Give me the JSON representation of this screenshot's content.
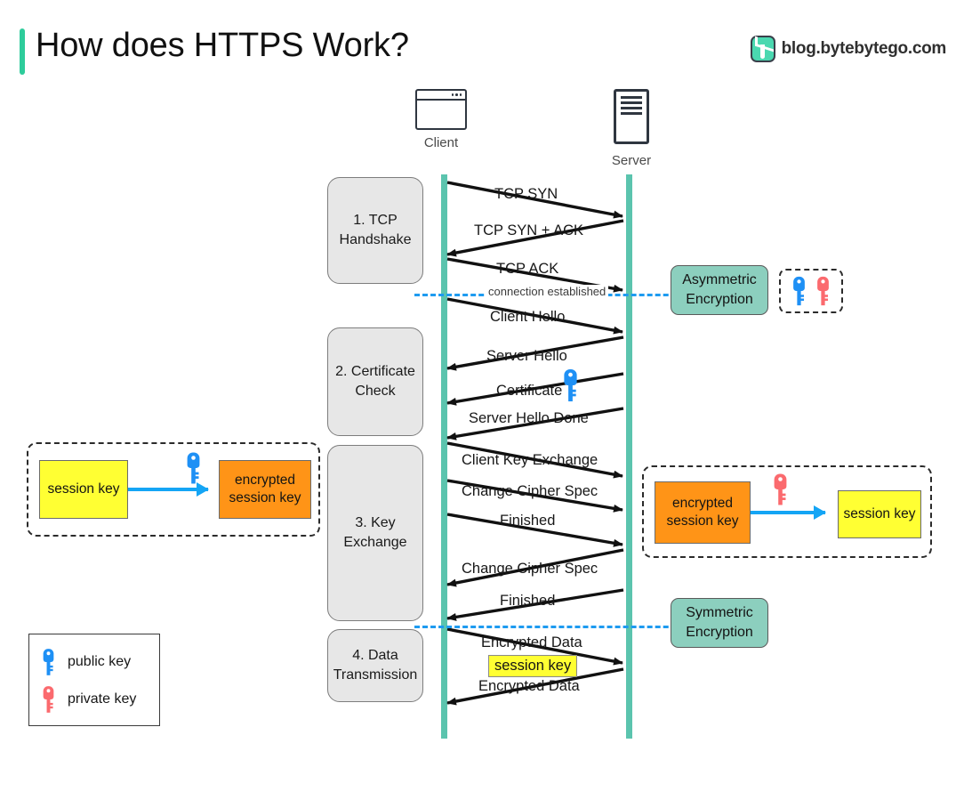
{
  "header": {
    "title": "How does HTTPS Work?",
    "accent_color": "#2ecc9b",
    "brand_text": "blog.bytebytego.com",
    "brand_logo_icon": "bytebytego-logo-icon"
  },
  "actors": {
    "client": {
      "label": "Client",
      "icon": "browser-window-icon"
    },
    "server": {
      "label": "Server",
      "icon": "server-tower-icon"
    }
  },
  "stages": [
    {
      "id": "stage-1",
      "label": "1. TCP\nHandshake",
      "line1": "1. TCP",
      "line2": "Handshake"
    },
    {
      "id": "stage-2",
      "label": "2. Certificate\nCheck",
      "line1": "2. Certificate",
      "line2": "Check"
    },
    {
      "id": "stage-3",
      "label": "3. Key\nExchange",
      "line1": "3. Key",
      "line2": "Exchange"
    },
    {
      "id": "stage-4",
      "label": "4. Data\nTransmission",
      "line1": "4. Data",
      "line2": "Transmission"
    }
  ],
  "messages": [
    {
      "id": "m1",
      "text": "TCP SYN",
      "direction": "client-to-server"
    },
    {
      "id": "m2",
      "text": "TCP SYN + ACK",
      "direction": "server-to-client"
    },
    {
      "id": "m3",
      "text": "TCP ACK",
      "direction": "client-to-server"
    },
    {
      "id": "m4",
      "text": "Client Hello",
      "direction": "client-to-server"
    },
    {
      "id": "m5",
      "text": "Server Hello",
      "direction": "server-to-client"
    },
    {
      "id": "m6",
      "text": "Certificate",
      "direction": "server-to-client"
    },
    {
      "id": "m7",
      "text": "Server Hello Done",
      "direction": "server-to-client"
    },
    {
      "id": "m8",
      "text": "Client Key Exchange",
      "direction": "client-to-server"
    },
    {
      "id": "m9",
      "text": "Change Cipher Spec",
      "direction": "client-to-server"
    },
    {
      "id": "m10",
      "text": "Finished",
      "direction": "client-to-server"
    },
    {
      "id": "m11",
      "text": "Change Cipher Spec",
      "direction": "server-to-client"
    },
    {
      "id": "m12",
      "text": "Finished",
      "direction": "server-to-client"
    },
    {
      "id": "m13",
      "text": "Encrypted  Data",
      "direction": "client-to-server"
    },
    {
      "id": "m14",
      "text": "Encrypted Data",
      "direction": "server-to-client"
    }
  ],
  "separators": {
    "connection_established": "connection established",
    "dash_color": "#1e9bf0"
  },
  "callouts": {
    "asymmetric": {
      "line1": "Asymmetric",
      "line2": "Encryption",
      "color": "#8ccfbe"
    },
    "symmetric": {
      "line1": "Symmetric",
      "line2": "Encryption",
      "color": "#8ccfbe"
    }
  },
  "session_key_panels": {
    "left": {
      "source_line1": "session key",
      "source_line2": "",
      "dest_line1": "encrypted",
      "dest_line2": "session key",
      "key_type": "public key",
      "key_color": "#1e90f5",
      "source_color": "#ffff33",
      "dest_color": "#ff9417",
      "arrow_color": "#14a5f5"
    },
    "right": {
      "source_line1": "encrypted",
      "source_line2": "session key",
      "dest_line1": "session key",
      "dest_line2": "",
      "key_type": "private key",
      "key_color": "#fb6a6e",
      "source_color": "#ff9417",
      "dest_color": "#ffff33",
      "arrow_color": "#14a5f5"
    }
  },
  "inline_session_key": "session key",
  "legend": {
    "items": [
      {
        "label": "public key",
        "icon": "key-icon",
        "color": "#1e90f5"
      },
      {
        "label": "private key",
        "icon": "key-icon",
        "color": "#fb6a6e"
      }
    ]
  },
  "colors": {
    "lifeline": "#5bc4ae",
    "stage_fill": "#e7e7e7",
    "stage_border": "#7d7d7d",
    "arrow": "#111111"
  }
}
